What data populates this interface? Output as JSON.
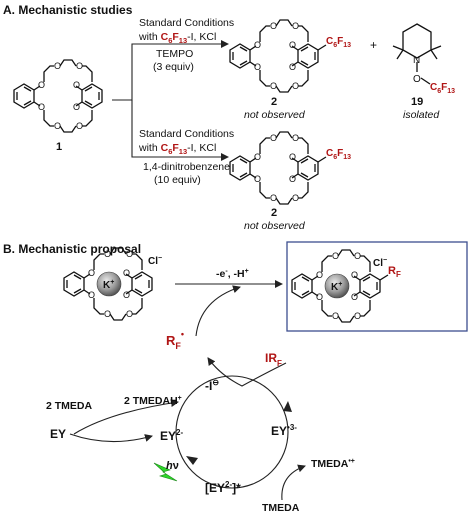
{
  "section_a": {
    "title": "A. Mechanistic studies"
  },
  "section_b": {
    "title": "B. Mechanistic proposal"
  },
  "crown": {
    "oxygen_label": "O"
  },
  "compounds": {
    "c1": {
      "number": "1"
    },
    "c2a": {
      "number": "2",
      "status": "not observed"
    },
    "c2b": {
      "number": "2",
      "status": "not observed"
    },
    "c19": {
      "number": "19",
      "status": "isolated",
      "n_label": "N",
      "o_label": "O"
    }
  },
  "reaction1": {
    "line1": "Standard Conditions",
    "line2_prefix": "with ",
    "line2_suffix": "-I, KCl",
    "additive": "TEMPO",
    "equiv": "(3 equiv)"
  },
  "reaction2": {
    "line1": "Standard Conditions",
    "line2_prefix": "with ",
    "line2_suffix": "-I, KCl",
    "additive": "1,4-dinitrobenzene",
    "equiv": "(10 equiv)"
  },
  "reagent": {
    "c": "C",
    "c_sub": "6",
    "f": "F",
    "f_sub": "13"
  },
  "plus_sign": "+",
  "mechanism": {
    "chloride": "Cl",
    "chloride_charge": "−",
    "potassium": "K",
    "potassium_charge": "+",
    "top_arrow_label": "-e",
    "top_arrow_label_sup1": "-",
    "top_arrow_label_mid": ", -H",
    "top_arrow_label_sup2": "+",
    "rf_r": "R",
    "rf_f": "F",
    "radical_dot": "•",
    "iodide": "-I",
    "iodide_charge": "⊖",
    "irf_i": "IR",
    "irf_f": "F",
    "tmeda_left": "2 TMEDA",
    "tmedah": "2 TMEDAH",
    "tmedah_charge": "+",
    "ey": "EY",
    "ey2": "EY",
    "ey2_charge": "2-",
    "ey3": "EY",
    "ey3_charge": "•3-",
    "ey_star_open": "[EY",
    "ey_star_charge": "2-",
    "ey_star_close": "]*",
    "hv": "h",
    "hv_nu": "ν",
    "tmeda_radical": "TMEDA",
    "tmeda_radical_charge": "•+",
    "tmeda_bottom": "TMEDA"
  },
  "colors": {
    "accent_red": "#b01515",
    "box_border": "#3d4f8f",
    "ball": "#9c9c9c",
    "hv_green": "#2fd52a"
  }
}
